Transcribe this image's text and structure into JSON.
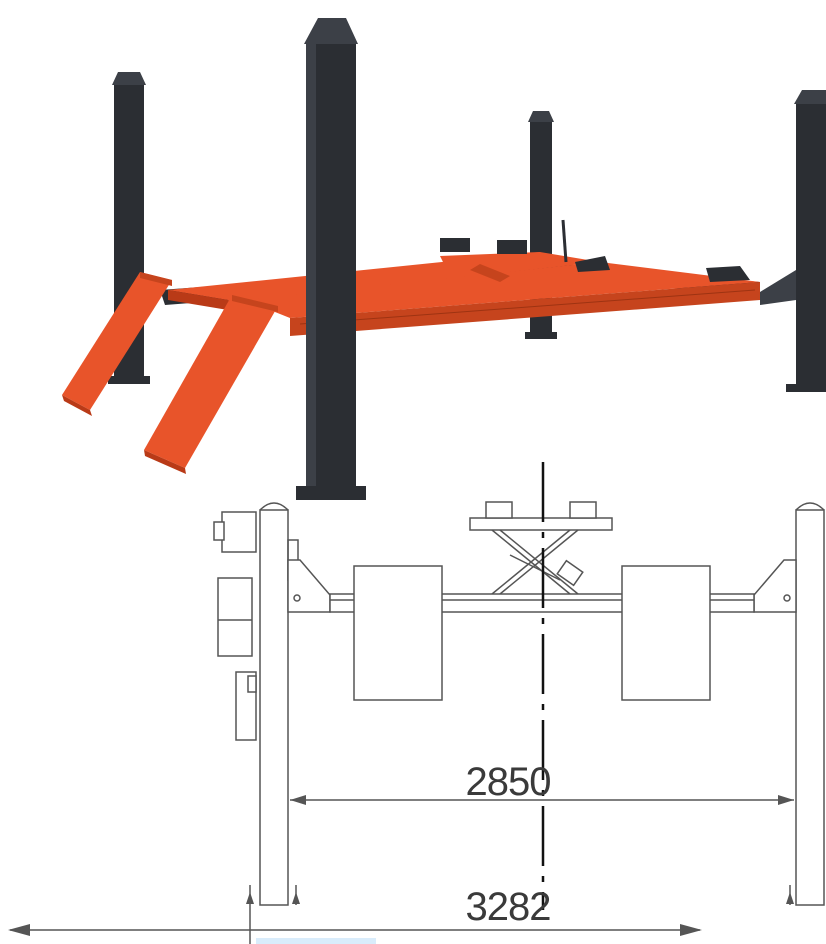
{
  "diagram": {
    "dimensions": [
      {
        "id": "inner-width",
        "value": "2850"
      },
      {
        "id": "outer-width",
        "value": "3282"
      }
    ],
    "colors": {
      "frame": "#e8542a",
      "frame_shadow": "#b93a17",
      "post": "#2b2e33",
      "post_light": "#3c4047",
      "line": "#555555",
      "blue_mark": "#d9ecfb"
    },
    "icons": [
      "lift-3d-view",
      "front-elevation-drawing",
      "hydraulic-power-unit",
      "scissor-jack",
      "dimension-arrow"
    ]
  }
}
